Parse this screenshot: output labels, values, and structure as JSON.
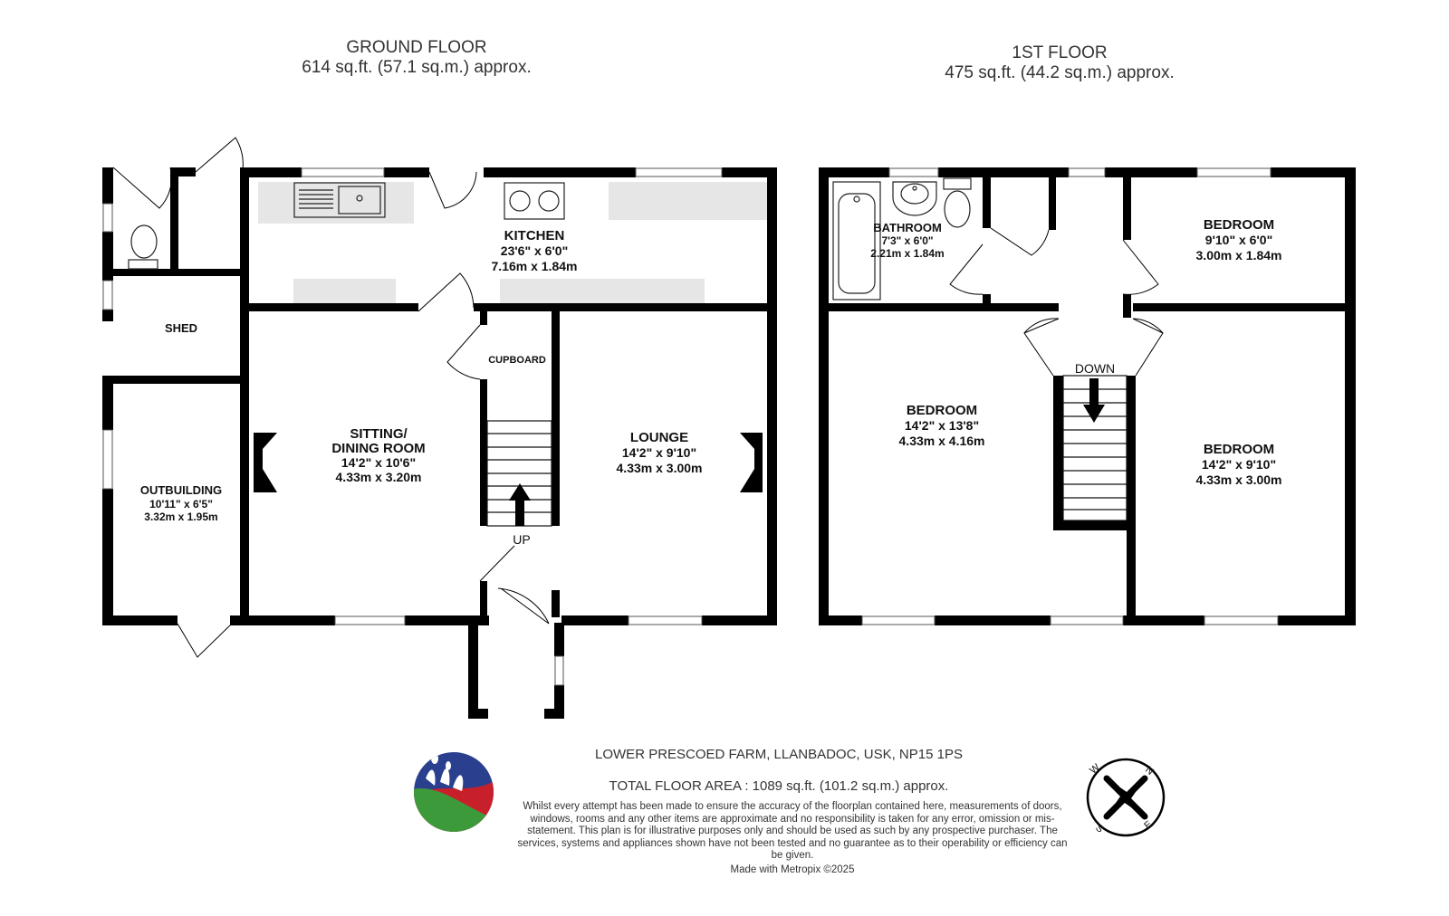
{
  "ground_floor": {
    "title": "GROUND FLOOR",
    "area": "614 sq.ft. (57.1 sq.m.) approx.",
    "rooms": {
      "kitchen": {
        "name": "KITCHEN",
        "imperial": "23'6\"  x 6'0\"",
        "metric": "7.16m  x 1.84m"
      },
      "sitting": {
        "name1": "SITTING/",
        "name2": "DINING ROOM",
        "imperial": "14'2\"  x 10'6\"",
        "metric": "4.33m  x 3.20m"
      },
      "lounge": {
        "name": "LOUNGE",
        "imperial": "14'2\"  x 9'10\"",
        "metric": "4.33m  x 3.00m"
      },
      "outbuilding": {
        "name": "OUTBUILDING",
        "imperial": "10'11\"  x 6'5\"",
        "metric": "3.32m  x 1.95m"
      },
      "shed": {
        "name": "SHED"
      },
      "cupboard": {
        "name": "CUPBOARD"
      }
    },
    "stairs_label": "UP"
  },
  "first_floor": {
    "title": "1ST FLOOR",
    "area": "475 sq.ft. (44.2 sq.m.) approx.",
    "rooms": {
      "bathroom": {
        "name": "BATHROOM",
        "imperial": "7'3\"  x 6'0\"",
        "metric": "2.21m  x 1.84m"
      },
      "bedroom_small": {
        "name": "BEDROOM",
        "imperial": "9'10\"  x 6'0\"",
        "metric": "3.00m  x 1.84m"
      },
      "bedroom_left": {
        "name": "BEDROOM",
        "imperial": "14'2\"  x 13'8\"",
        "metric": "4.33m  x 4.16m"
      },
      "bedroom_right": {
        "name": "BEDROOM",
        "imperial": "14'2\"  x 9'10\"",
        "metric": "4.33m  x 3.00m"
      }
    },
    "stairs_label": "DOWN"
  },
  "footer": {
    "address": "LOWER PRESCOED FARM, LLANBADOC, USK, NP15 1PS",
    "total_area": "TOTAL FLOOR AREA : 1089 sq.ft. (101.2 sq.m.) approx.",
    "disclaimer": "Whilst every attempt has been made to ensure the accuracy of the floorplan contained here, measurements of doors, windows, rooms and any other items are approximate and no responsibility is taken for any error, omission or mis-statement. This plan is for illustrative purposes only and should be used as such by any prospective purchaser. The services, systems and appliances shown have not been tested and no guarantee as to their operability or efficiency can be given.",
    "credit": "Made with Metropix ©2025"
  },
  "compass": {
    "n": "N",
    "e": "E",
    "s": "S",
    "w": "W",
    "icon": "compass-icon"
  },
  "logo": {
    "icon": "agency-logo",
    "colors": {
      "blue": "#2b3f8f",
      "green": "#3d9a3a",
      "red": "#c8202b"
    }
  },
  "colors": {
    "wall": "#000000",
    "fitting": "#e6e6e6"
  }
}
